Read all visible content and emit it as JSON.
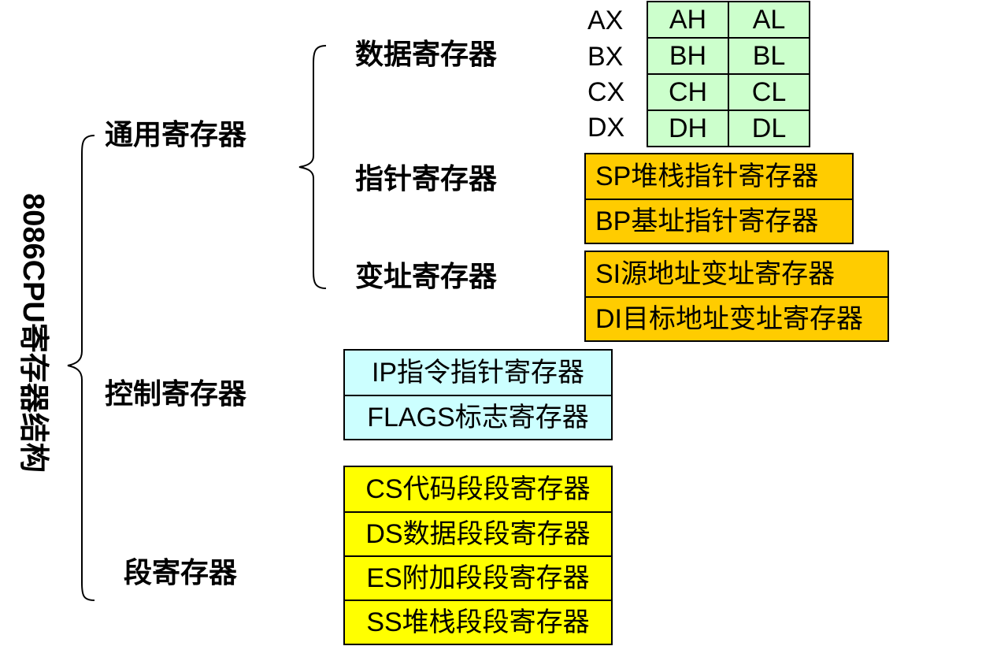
{
  "root_title": "8086CPU寄存器结构",
  "categories": {
    "general": "通用寄存器",
    "control": "控制寄存器",
    "segment": "段寄存器"
  },
  "general_sub": {
    "data": "数据寄存器",
    "pointer": "指针寄存器",
    "index": "变址寄存器"
  },
  "data_registers": [
    {
      "name": "AX",
      "high": "AH",
      "low": "AL"
    },
    {
      "name": "BX",
      "high": "BH",
      "low": "BL"
    },
    {
      "name": "CX",
      "high": "CH",
      "low": "CL"
    },
    {
      "name": "DX",
      "high": "DH",
      "low": "DL"
    }
  ],
  "pointer_registers": [
    "SP堆栈指针寄存器",
    "BP基址指针寄存器"
  ],
  "index_registers": [
    "SI源地址变址寄存器",
    "DI目标地址变址寄存器"
  ],
  "control_registers": [
    "IP指令指针寄存器",
    "FLAGS标志寄存器"
  ],
  "segment_registers": [
    "CS代码段段寄存器",
    "DS数据段段寄存器",
    "ES附加段段寄存器",
    "SS堆栈段段寄存器"
  ],
  "colors": {
    "data_cell": "#ccffcc",
    "pointer_index": "#ffcc00",
    "control": "#ccffff",
    "segment": "#ffff00"
  }
}
